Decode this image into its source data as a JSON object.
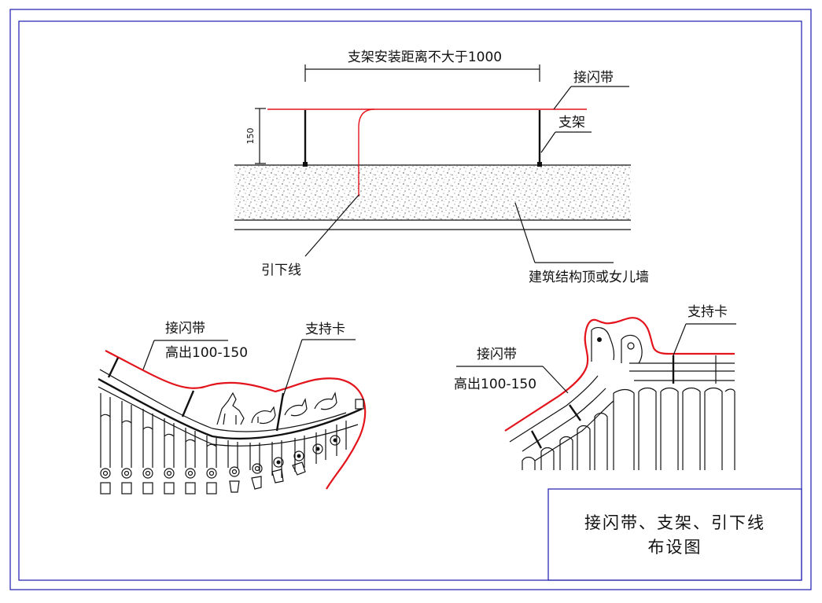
{
  "top_detail": {
    "spacing_label": "支架安装距离不大于1000",
    "height_dim": "150",
    "air_terminal_label": "接闪带",
    "support_label": "支架",
    "down_conductor_label": "引下线",
    "structure_label": "建筑结构顶或女儿墙"
  },
  "left_detail": {
    "air_terminal_label": "接闪带",
    "height_label": "高出100-150",
    "clip_label": "支持卡"
  },
  "right_detail": {
    "air_terminal_label": "接闪带",
    "height_label": "高出100-150",
    "clip_label": "支持卡"
  },
  "title_block": {
    "line1": "接闪带、支架、引下线",
    "line2": "布设图"
  },
  "colors": {
    "frame": "#1c1cb0",
    "lightning_conductor": "#e3141c",
    "linework": "#111111"
  }
}
